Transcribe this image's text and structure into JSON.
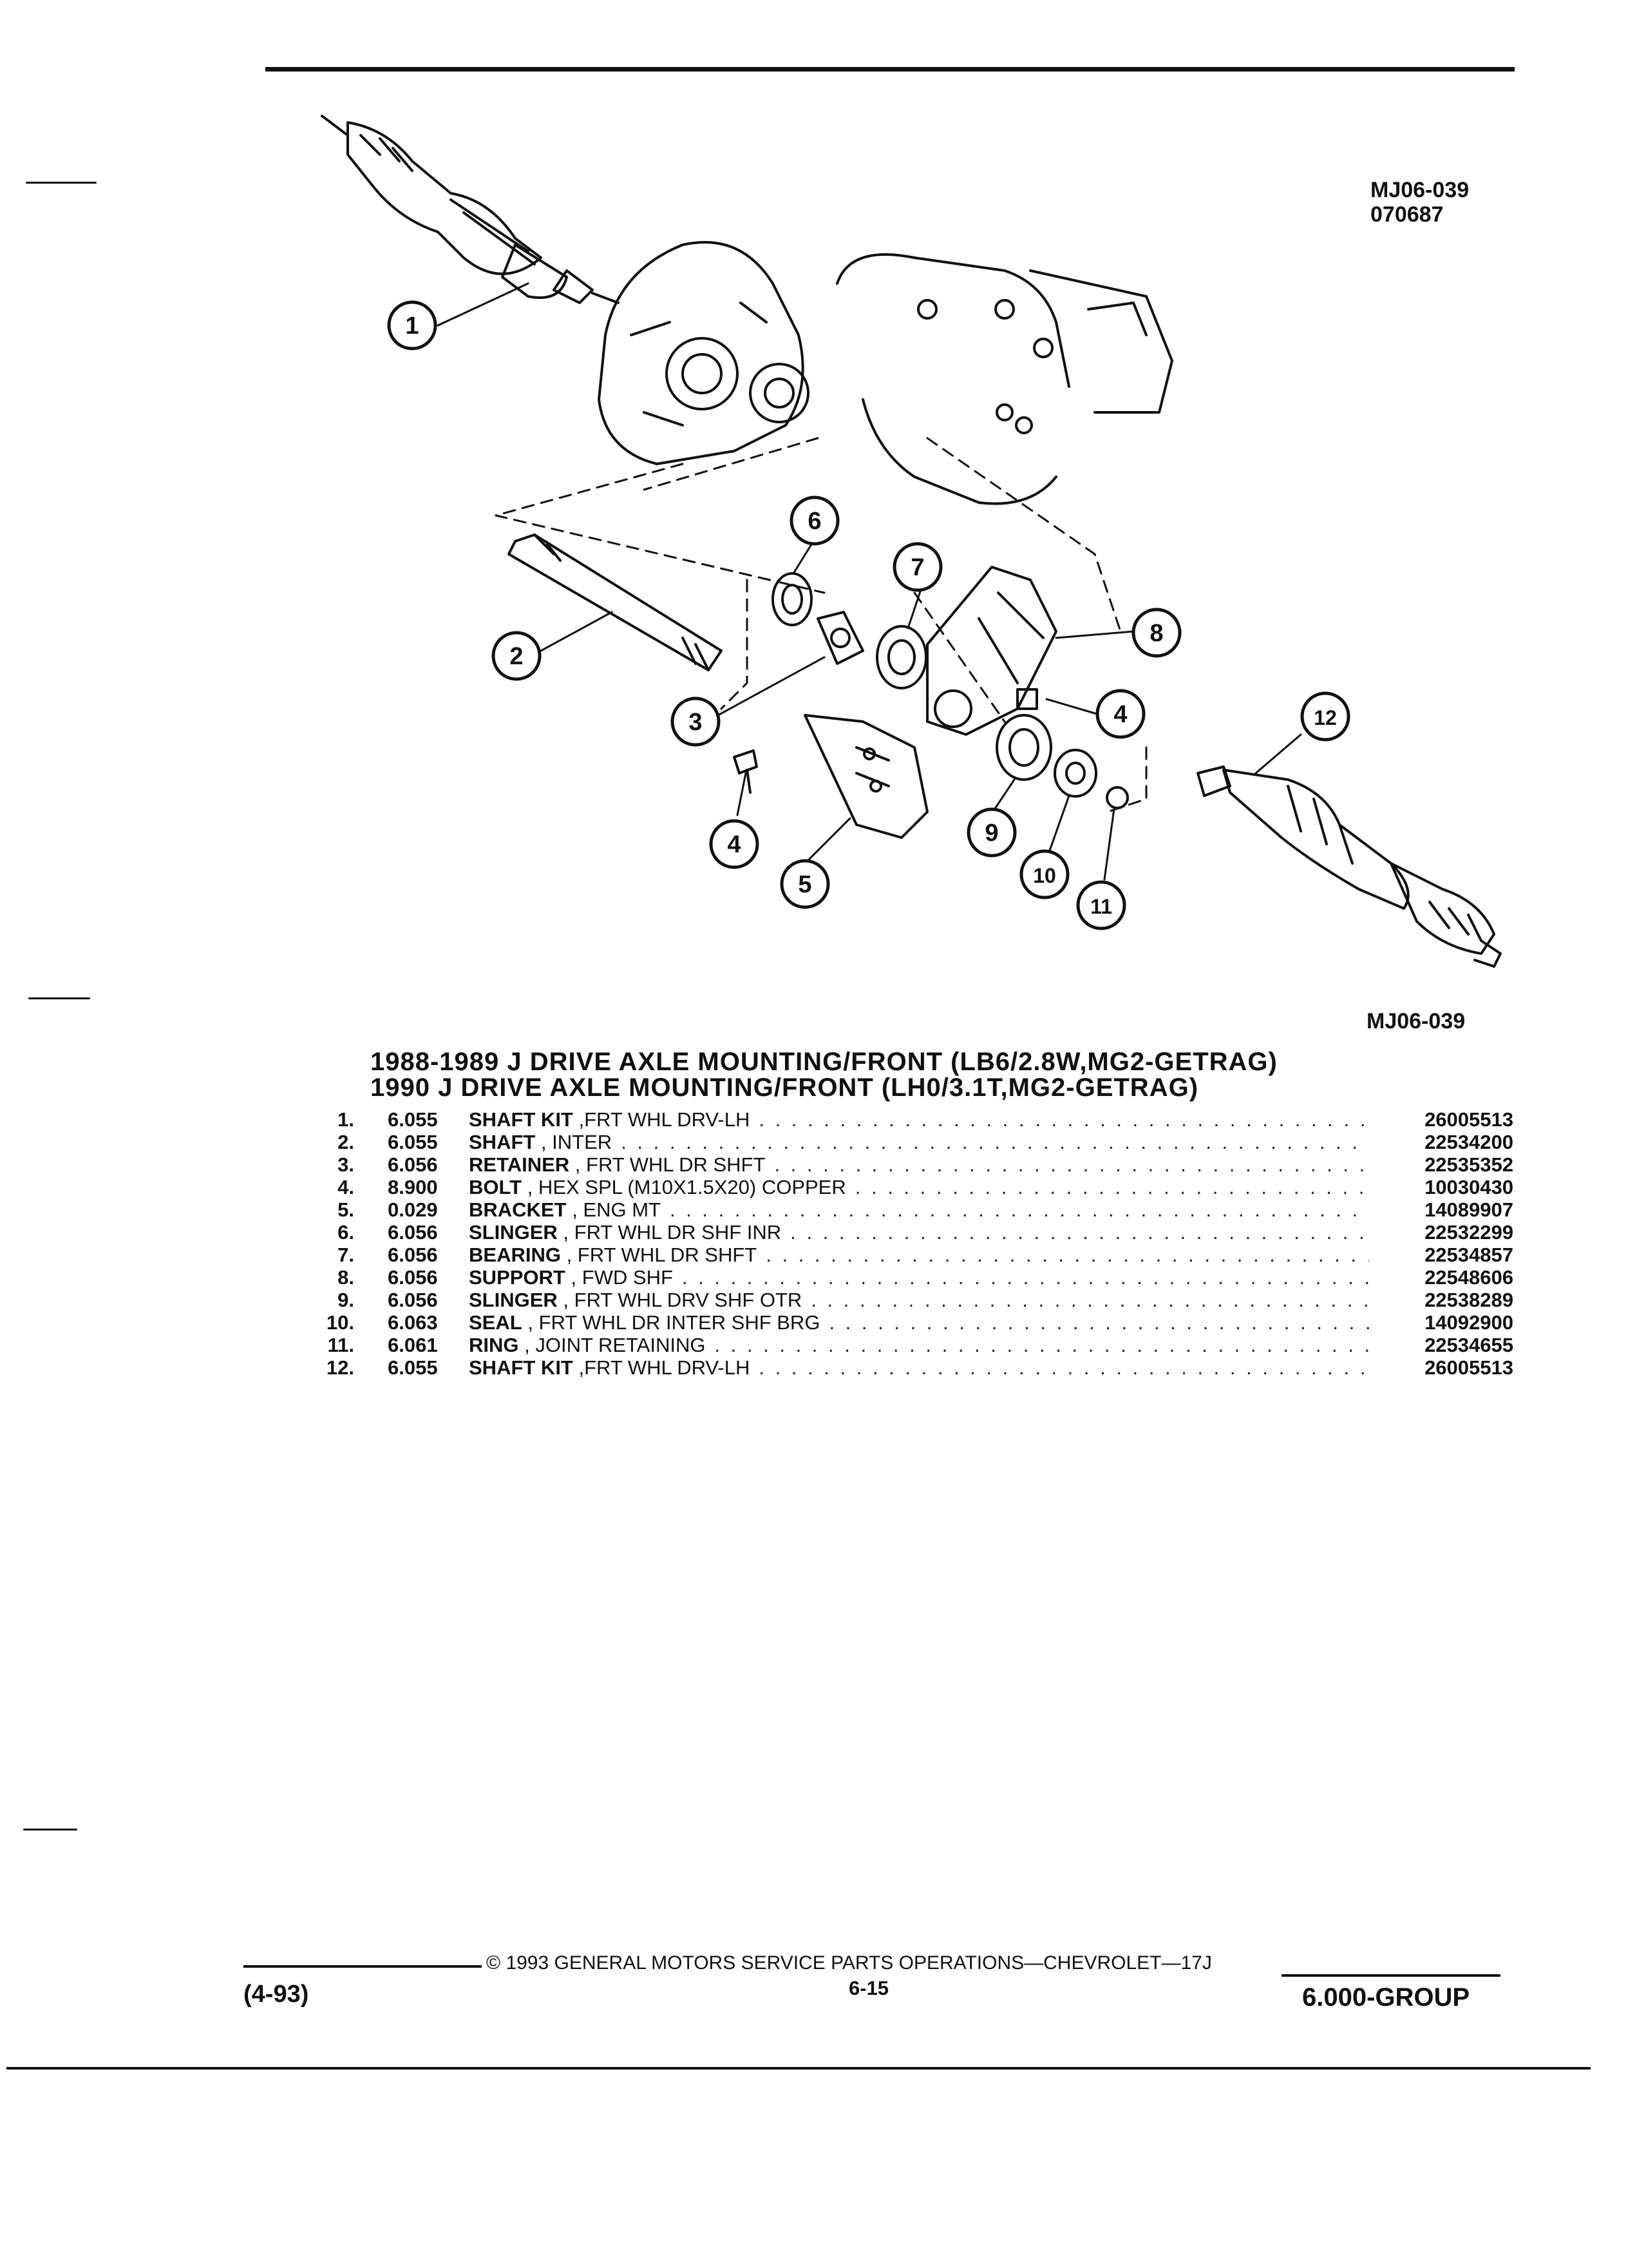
{
  "diagram": {
    "codes": [
      "MJ06-039",
      "070687"
    ],
    "code_bottom": "MJ06-039",
    "callouts": [
      "1",
      "2",
      "3",
      "4",
      "4",
      "5",
      "6",
      "7",
      "8",
      "9",
      "10",
      "11",
      "12"
    ]
  },
  "title": {
    "line1": "1988-1989 J DRIVE AXLE MOUNTING/FRONT (LB6/2.8W,MG2-GETRAG)",
    "line2": "1990 J DRIVE AXLE MOUNTING/FRONT (LH0/3.1T,MG2-GETRAG)"
  },
  "parts": [
    {
      "no": "1.",
      "group": "6.055",
      "name": "SHAFT KIT",
      "detail": ",FRT WHL DRV-LH",
      "pn": "26005513"
    },
    {
      "no": "2.",
      "group": "6.055",
      "name": "SHAFT",
      "detail": ", INTER",
      "pn": "22534200"
    },
    {
      "no": "3.",
      "group": "6.056",
      "name": "RETAINER",
      "detail": ", FRT WHL DR SHFT",
      "pn": "22535352"
    },
    {
      "no": "4.",
      "group": "8.900",
      "name": "BOLT",
      "detail": ", HEX SPL (M10X1.5X20) COPPER",
      "pn": "10030430"
    },
    {
      "no": "5.",
      "group": "0.029",
      "name": "BRACKET",
      "detail": ", ENG MT",
      "pn": "14089907"
    },
    {
      "no": "6.",
      "group": "6.056",
      "name": "SLINGER",
      "detail": ", FRT WHL DR SHF INR",
      "pn": "22532299"
    },
    {
      "no": "7.",
      "group": "6.056",
      "name": "BEARING",
      "detail": ", FRT WHL DR SHFT",
      "pn": "22534857"
    },
    {
      "no": "8.",
      "group": "6.056",
      "name": "SUPPORT",
      "detail": ", FWD SHF",
      "pn": "22548606"
    },
    {
      "no": "9.",
      "group": "6.056",
      "name": "SLINGER",
      "detail": ", FRT WHL DRV SHF OTR",
      "pn": "22538289"
    },
    {
      "no": "10.",
      "group": "6.063",
      "name": "SEAL",
      "detail": ", FRT WHL DR INTER SHF BRG",
      "pn": "14092900"
    },
    {
      "no": "11.",
      "group": "6.061",
      "name": "RING",
      "detail": ", JOINT RETAINING",
      "pn": "22534655"
    },
    {
      "no": "12.",
      "group": "6.055",
      "name": "SHAFT KIT",
      "detail": ",FRT WHL DRV-LH",
      "pn": "26005513"
    }
  ],
  "footer": {
    "date": "(4-93)",
    "copyright": "© 1993 GENERAL MOTORS SERVICE PARTS OPERATIONS—CHEVROLET—17J",
    "page": "6-15",
    "group": "6.000-GROUP"
  }
}
